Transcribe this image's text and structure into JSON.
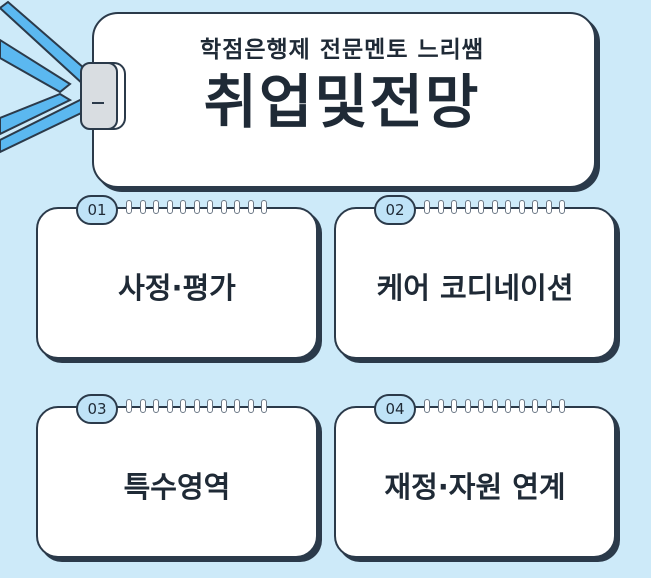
{
  "header": {
    "subtitle": "학점은행제 전문멘토 느리쌤",
    "title": "취업및전망"
  },
  "cards": [
    {
      "number": "01",
      "label": "사정·평가"
    },
    {
      "number": "02",
      "label": "케어 코디네이션"
    },
    {
      "number": "03",
      "label": "특수영역"
    },
    {
      "number": "04",
      "label": "재정·자원 연계"
    }
  ],
  "colors": {
    "background": "#cdeaf9",
    "strap": "#5bb8f0",
    "highlight": "#fbf19a",
    "number_badge": "#bfe3f7",
    "outline": "#2b3a4a"
  }
}
